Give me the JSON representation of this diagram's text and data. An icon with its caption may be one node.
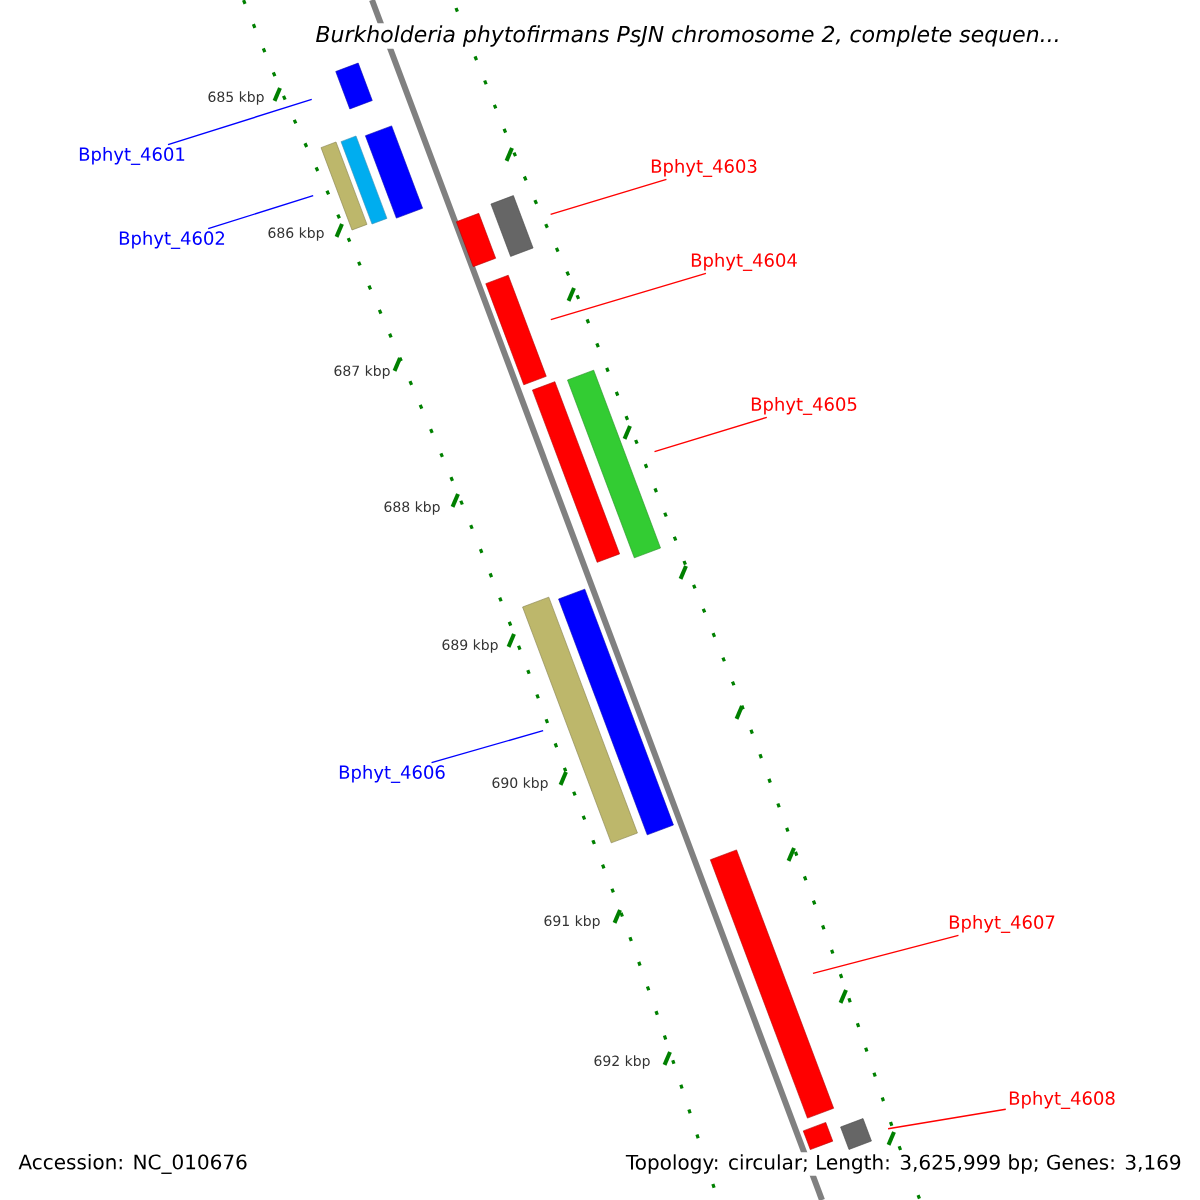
{
  "diagram": {
    "title": "*Burkholderia phytofirmans* PsJN chromosome 2, complete sequen...",
    "nodes": [
      {
        "text": [
          "Bphyt_4601"
        ]
      },
      {
        "text": [
          "Bphyt_4602"
        ]
      },
      {
        "text": [
          "Bphyt_4603"
        ]
      },
      {
        "text": [
          "Bphyt_4604"
        ]
      },
      {
        "text": [
          "Bphyt_4605"
        ]
      },
      {
        "text": [
          "Bphyt_4606"
        ]
      },
      {
        "text": [
          "Bphyt_4607"
        ]
      },
      {
        "text": [
          "Bphyt_4608"
        ]
      },
      {
        "text": [],
        "shape": "bar"
      },
      {
        "text": [],
        "shape": "bar"
      },
      {
        "text": [],
        "shape": "bar"
      },
      {
        "text": [],
        "shape": "bar"
      },
      {
        "text": [],
        "shape": "bar"
      },
      {
        "text": [],
        "shape": "bar"
      },
      {
        "text": [],
        "shape": "bar"
      },
      {
        "text": [],
        "shape": "bar"
      },
      {
        "text": [],
        "shape": "bar"
      },
      {
        "text": [],
        "shape": "bar"
      },
      {
        "text": [],
        "shape": "bar"
      },
      {
        "text": [],
        "shape": "bar"
      },
      {
        "text": [],
        "shape": "bar"
      },
      {
        "text": [],
        "shape": "bar"
      }
    ],
    "edges": [
      {
        "from": 0,
        "to": 8,
        "arrow": "none",
        "color": "#0000ff"
      },
      {
        "from": 1,
        "to": 9,
        "arrow": "none",
        "color": "#0000ff"
      },
      {
        "from": 2,
        "to": 13,
        "arrow": "none"
      },
      {
        "from": 3,
        "to": 14,
        "arrow": "none"
      },
      {
        "from": 4,
        "to": 15,
        "arrow": "none"
      },
      {
        "from": 5,
        "to": 18,
        "arrow": "none",
        "color": "#0000ff"
      },
      {
        "from": 6,
        "to": 19,
        "arrow": "none"
      },
      {
        "from": 7,
        "to": 21,
        "arrow": "none"
      }
    ],
    "labels": [
      "685 kbp",
      "686 kbp",
      "687 kbp",
      "688 kbp",
      "689 kbp",
      "690 kbp",
      "691 kbp",
      "692 kbp",
      "Accession: NC_010676",
      "Topology: circular; Length: 3,625,999 bp; Genes: 3,169"
    ]
  }
}
